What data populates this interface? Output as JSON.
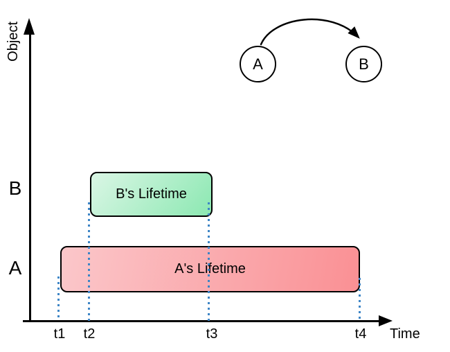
{
  "colors": {
    "ink": "#000000",
    "blue": "#3d85c6",
    "green-a": "#daf6e5",
    "green-b": "#8ce8b2",
    "pink-a": "#fbc7ca",
    "pink-b": "#fa9094"
  },
  "axes": {
    "y_label": "Object",
    "x_label": "Time"
  },
  "rows": [
    {
      "label": "B"
    },
    {
      "label": "A"
    }
  ],
  "bars": [
    {
      "label": "B's Lifetime",
      "object": "B",
      "from": "t2",
      "to": "t3"
    },
    {
      "label": "A's Lifetime",
      "object": "A",
      "from": "t1",
      "to": "t4"
    }
  ],
  "ticks": [
    {
      "label": "t1"
    },
    {
      "label": "t2"
    },
    {
      "label": "t3"
    },
    {
      "label": "t4"
    }
  ],
  "inset": {
    "nodes": [
      {
        "label": "A"
      },
      {
        "label": "B"
      }
    ],
    "relation": "A points to B"
  }
}
